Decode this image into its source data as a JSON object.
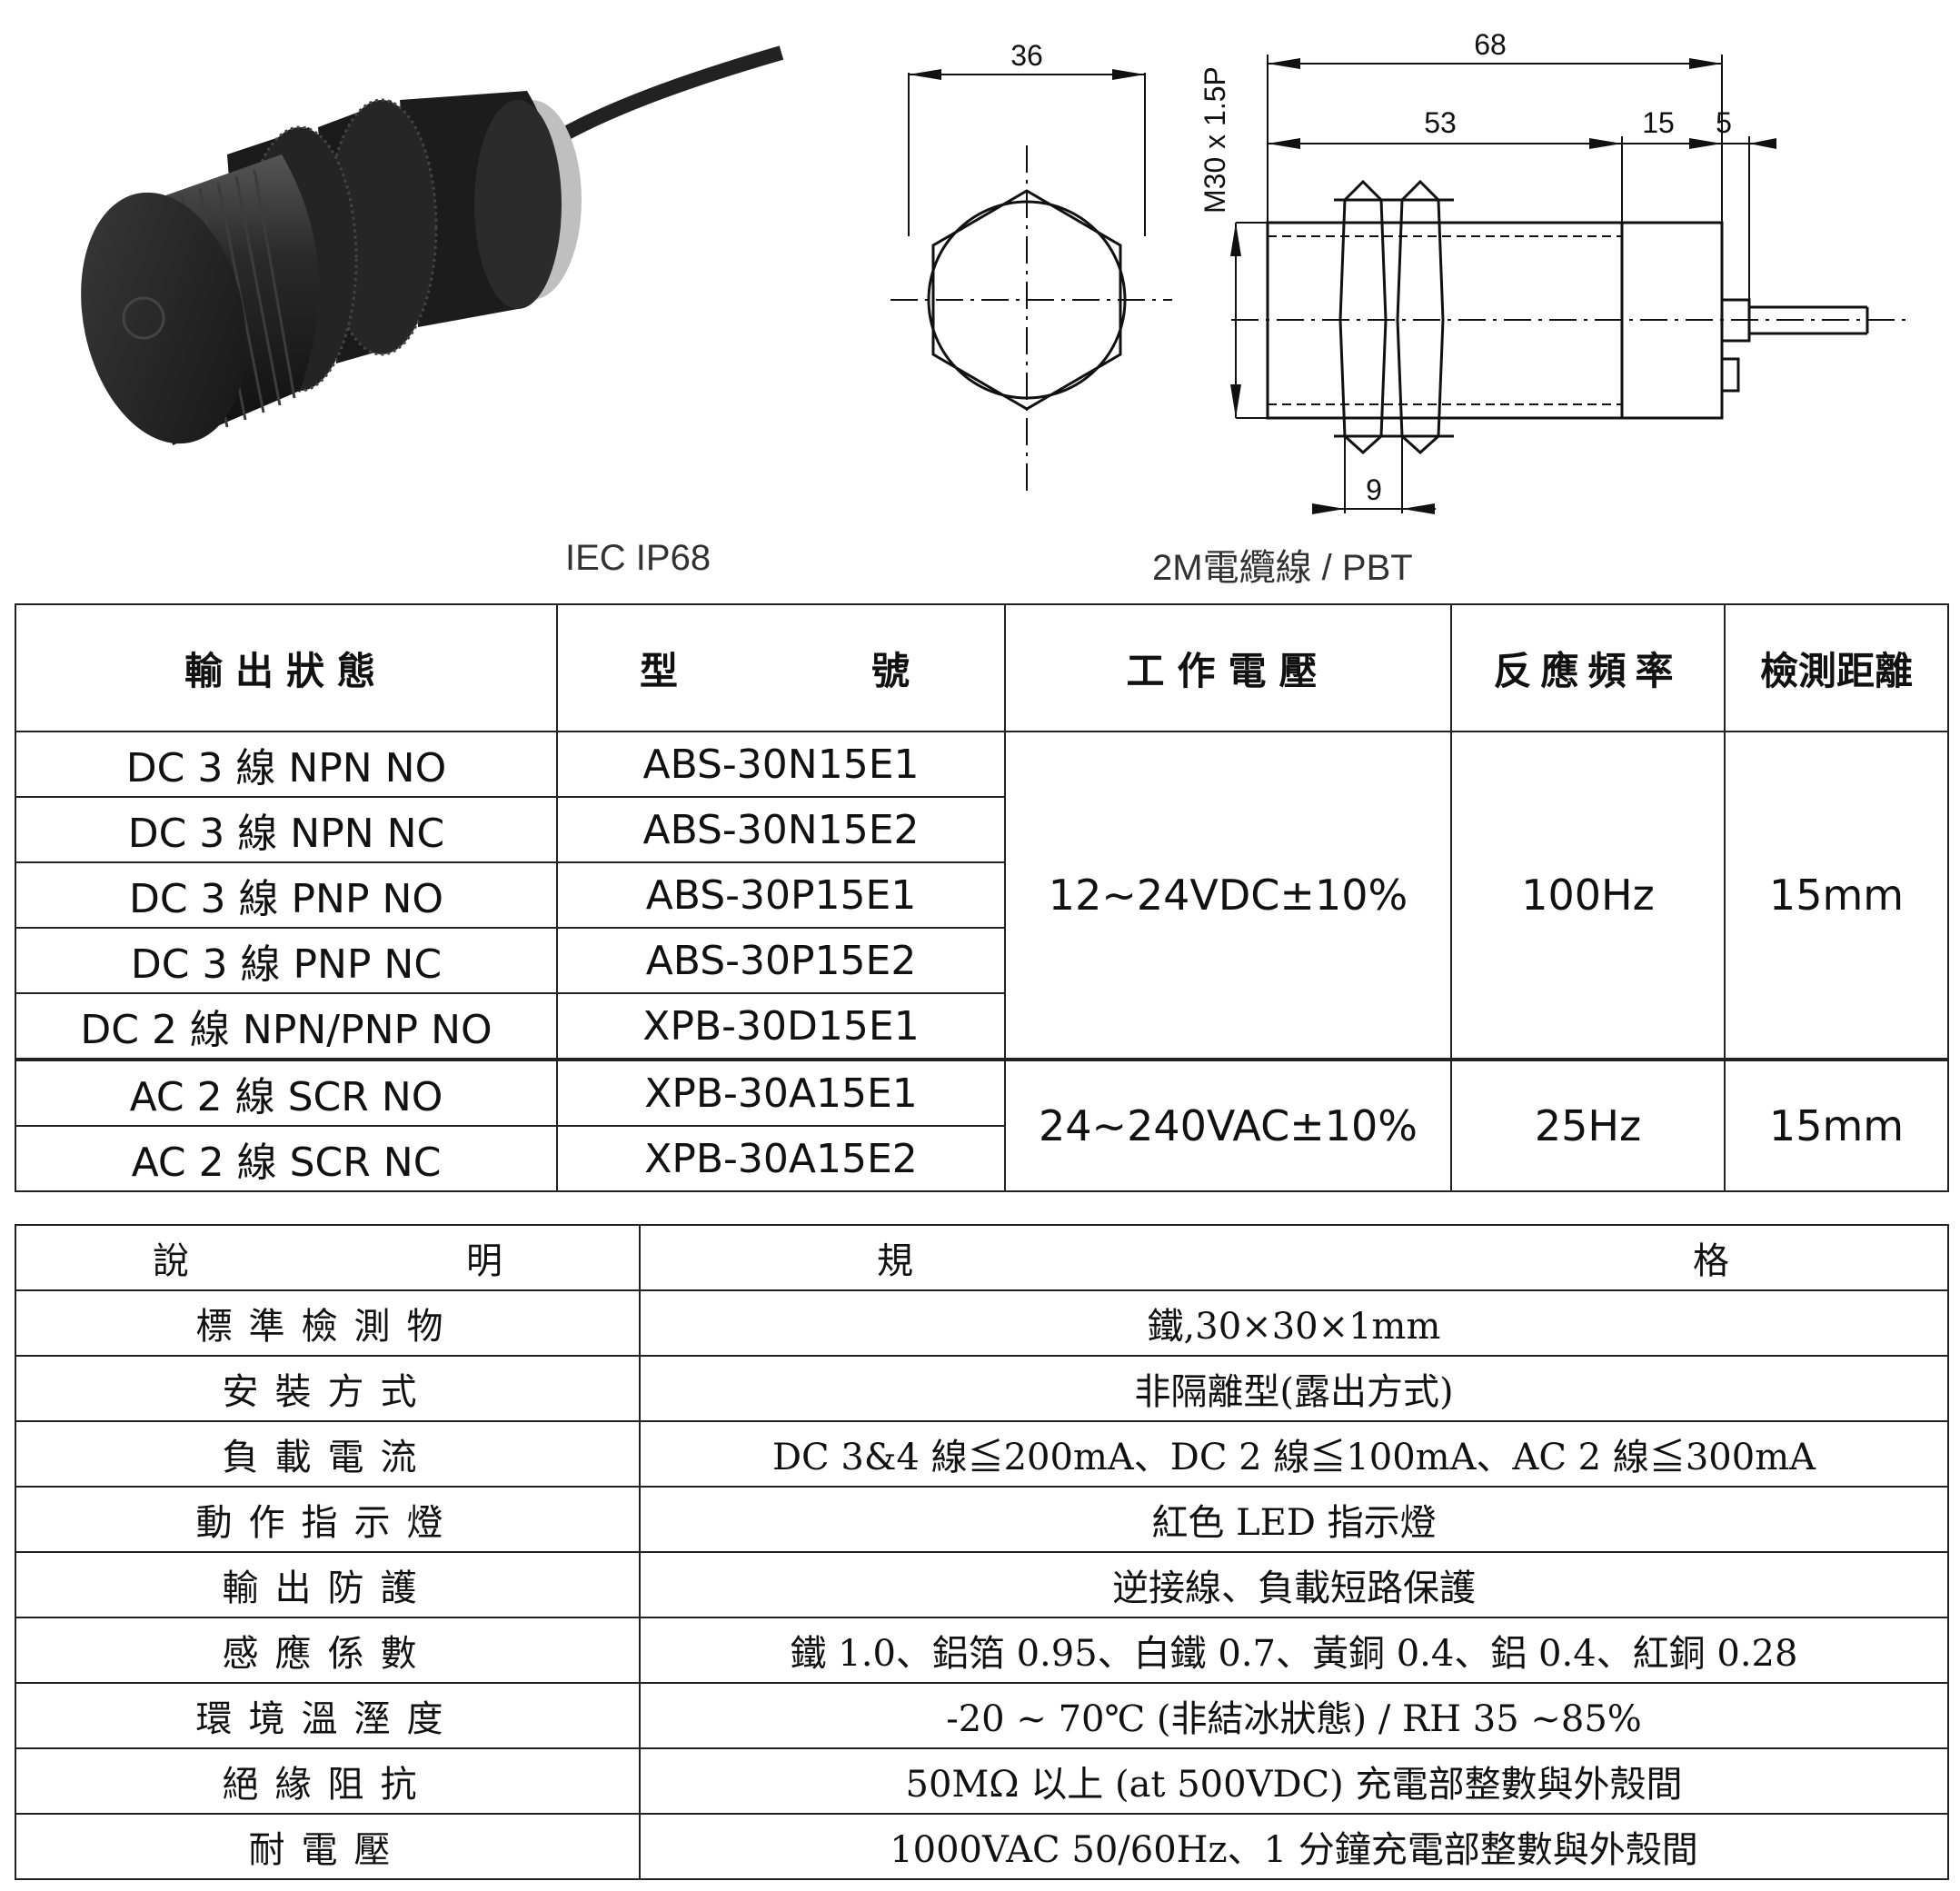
{
  "captions": {
    "left": "IEC IP68",
    "right": "2M電纜線 / PBT"
  },
  "drawing": {
    "dim_36": "36",
    "dim_68": "68",
    "dim_53": "53",
    "dim_15": "15",
    "dim_5": "5",
    "dim_9": "9",
    "thread": "M30 x 1.5P"
  },
  "table1": {
    "headers": [
      "輸出狀態",
      "型號",
      "工作電壓",
      "反應頻率",
      "檢測距離"
    ],
    "model_header_left": "型",
    "model_header_right": "號",
    "rows": [
      {
        "output": "DC 3 線 NPN NO",
        "model": "ABS-30N15E1"
      },
      {
        "output": "DC 3 線 NPN NC",
        "model": "ABS-30N15E2"
      },
      {
        "output": "DC 3 線 PNP NO",
        "model": "ABS-30P15E1"
      },
      {
        "output": "DC 3 線 PNP NC",
        "model": "ABS-30P15E2"
      },
      {
        "output": "DC 2 線 NPN/PNP NO",
        "model": "XPB-30D15E1"
      },
      {
        "output": "AC 2 線 SCR NO",
        "model": "XPB-30A15E1"
      },
      {
        "output": "AC 2 線 SCR NC",
        "model": "XPB-30A15E2"
      }
    ],
    "group_dc": {
      "voltage": "12~24VDC±10%",
      "frequency": "100Hz",
      "distance": "15mm"
    },
    "group_ac": {
      "voltage": "24~240VAC±10%",
      "frequency": "25Hz",
      "distance": "15mm"
    }
  },
  "table2": {
    "header_left_a": "說",
    "header_left_b": "明",
    "header_right_a": "規",
    "header_right_b": "格",
    "rows": [
      {
        "label": "標準檢測物",
        "value": "鐵,30×30×1mm"
      },
      {
        "label": "安裝方式",
        "value": "非隔離型(露出方式)"
      },
      {
        "label": "負載電流",
        "value": "DC 3&4 線≦200mA、DC 2 線≦100mA、AC 2 線≦300mA"
      },
      {
        "label": "動作指示燈",
        "value": "紅色 LED 指示燈"
      },
      {
        "label": "輸出防護",
        "value": "逆接線、負載短路保護"
      },
      {
        "label": "感應係數",
        "value": "鐵 1.0、鋁箔 0.95、白鐵 0.7、黃銅 0.4、鋁 0.4、紅銅 0.28"
      },
      {
        "label": "環境溫溼度",
        "value": "-20 ~ 70℃ (非結冰狀態) / RH 35 ~85%"
      },
      {
        "label": "絕緣阻抗",
        "value": "50MΩ 以上 (at 500VDC) 充電部整數與外殼間"
      },
      {
        "label": "耐電壓",
        "value": "1000VAC 50/60Hz、1 分鐘充電部整數與外殼間"
      }
    ]
  }
}
